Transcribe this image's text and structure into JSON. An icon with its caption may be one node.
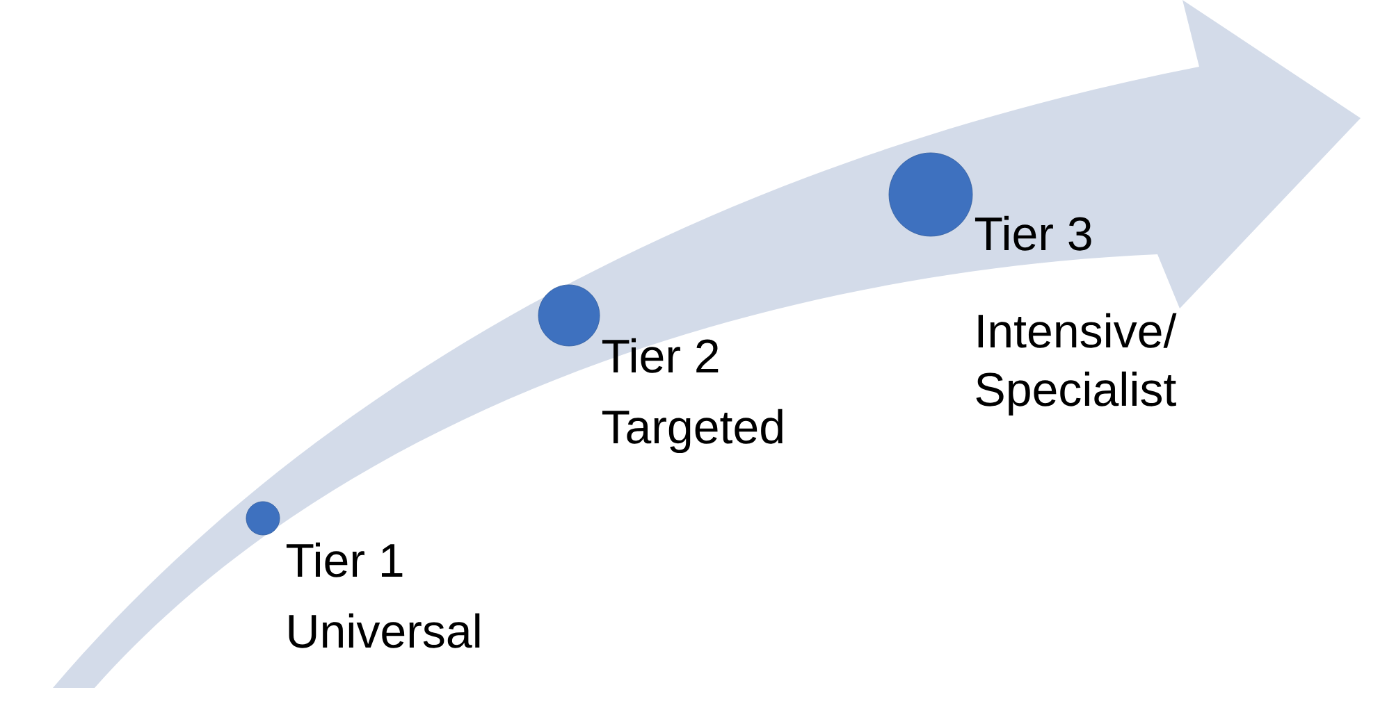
{
  "diagram": {
    "nodes": [
      {
        "text": [],
        "shape": "circle",
        "beside": [
          "Tier 1",
          "Universal"
        ]
      },
      {
        "text": [],
        "shape": "circle",
        "beside": [
          "Tier 2",
          "Targeted"
        ]
      },
      {
        "text": [],
        "shape": "circle",
        "beside": [
          "Tier 3",
          "Intensive/ Specialist"
        ]
      }
    ]
  }
}
